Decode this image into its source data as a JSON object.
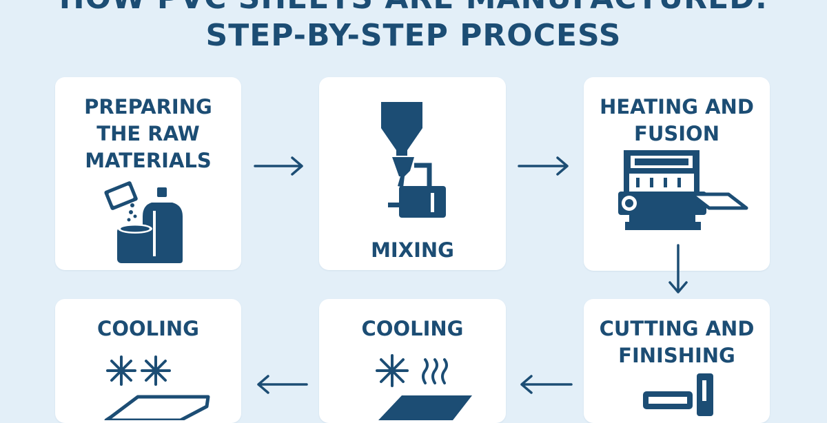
{
  "title": {
    "line1": "HOW PVC SHEETS ARE MANUFACTURED:",
    "line2": "STEP-BY-STEP PROCESS"
  },
  "steps": [
    {
      "label_lines": [
        "PREPARING",
        "THE RAW",
        "MATERIALS"
      ],
      "icon": "raw-materials-icon"
    },
    {
      "label_lines": [
        "MIXING"
      ],
      "icon": "mixer-icon"
    },
    {
      "label_lines": [
        "HEATING AND",
        "FUSION"
      ],
      "icon": "heating-press-icon"
    },
    {
      "label_lines": [
        "CUTTING AND",
        "FINISHING"
      ],
      "icon": "cutting-machine-icon"
    },
    {
      "label_lines": [
        "COOLING"
      ],
      "icon": "cooling-steam-icon"
    },
    {
      "label_lines": [
        "COOLING"
      ],
      "icon": "cooling-snowflakes-icon"
    }
  ],
  "colors": {
    "background": "#e3eff8",
    "card": "#ffffff",
    "ink": "#1c4d74"
  }
}
